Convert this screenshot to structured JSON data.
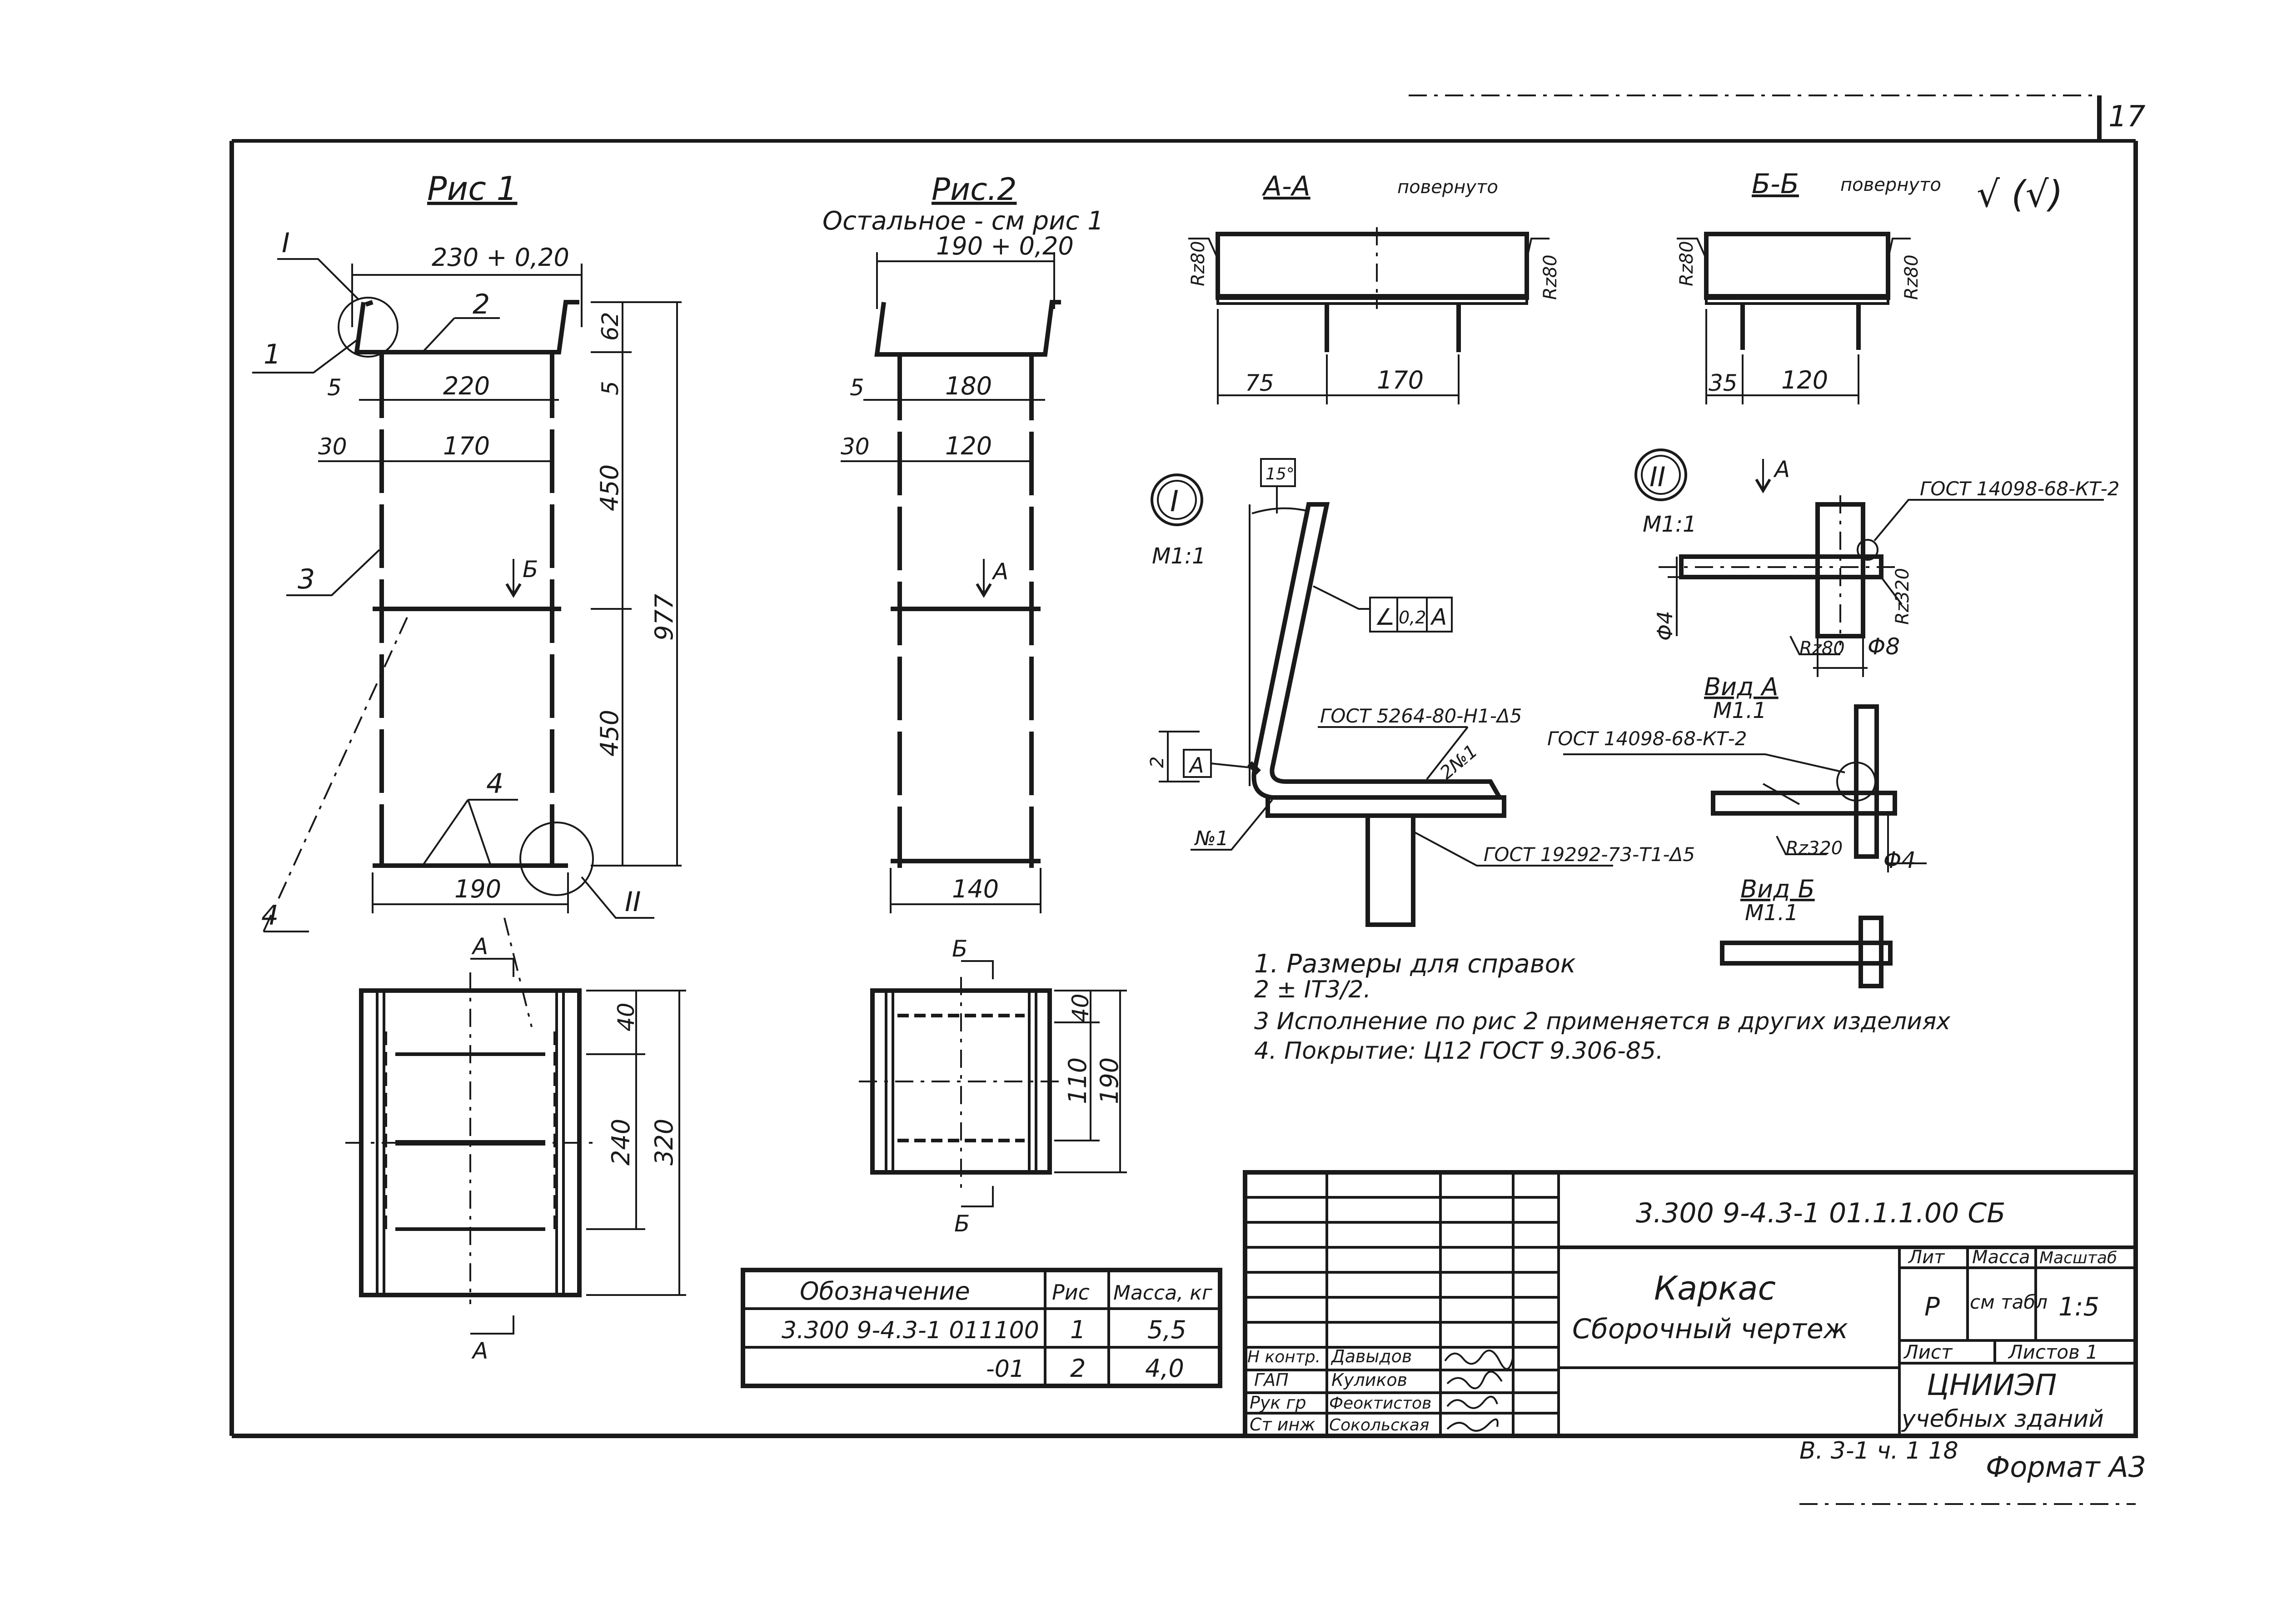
{
  "sheet": {
    "page_number": "17",
    "format": "Формат А3",
    "bottom_code": "В. 3-1 ч. 1    18"
  },
  "fig1": {
    "title": "Рис 1",
    "dim_top": "230 + 0,20",
    "dim_220": "220",
    "dim_170": "170",
    "dim_5": "5",
    "dim_30": "30",
    "dim_190": "190",
    "dim_62": "62",
    "dim_5v": "5",
    "dim_450a": "450",
    "dim_450b": "450",
    "dim_977": "977",
    "callouts": [
      "I",
      "1",
      "2",
      "3",
      "4",
      "4",
      "II"
    ],
    "section_b": "Б"
  },
  "fig1_plan": {
    "dim_40": "40",
    "dim_240": "240",
    "dim_320": "320",
    "cut_a": "А"
  },
  "fig2": {
    "title": "Рис.2",
    "subtitle": "Остальное - см рис 1",
    "dim_top": "190 + 0,20",
    "dim_180": "180",
    "dim_120": "120",
    "dim_5": "5",
    "dim_30": "30",
    "dim_140": "140",
    "section_a": "А"
  },
  "fig2_plan": {
    "dim_40": "40",
    "dim_110": "110",
    "dim_190": "190",
    "cut_b": "Б"
  },
  "section_aa": {
    "title": "А-А",
    "note": "повернуто",
    "rz_left": "Rz80",
    "rz_right": "Rz80",
    "dim_75": "75",
    "dim_170": "170"
  },
  "section_bb": {
    "title": "Б-Б",
    "note": "повернуто",
    "rz_left": "Rz80",
    "rz_right": "Rz80",
    "dim_35": "35",
    "dim_120": "120"
  },
  "roughness_mark": "√ (√)",
  "detail1": {
    "label": "I",
    "scale": "М1:1",
    "angle": "15°",
    "tolerance": [
      "∠",
      "0,2",
      "А"
    ],
    "weld1": "ГОСТ 5264-80-Н1-Δ5",
    "weld2": "ГОСТ 19292-73-Т1-Δ5",
    "mark_2n1": "2№1",
    "mark_n1": "№1",
    "base": "А",
    "dim_2": "2"
  },
  "detail2": {
    "label": "II",
    "scale": "М1:1",
    "arrow_a": "А",
    "weld": "ГОСТ 14098-68-КТ-2",
    "rz_320": "Rz320",
    "dia_4": "Φ4",
    "rz_80": "Rz80",
    "dia_8": "Φ8"
  },
  "view_a": {
    "title": "Вид А",
    "scale": "М1.1",
    "weld": "ГОСТ 14098-68-КТ-2",
    "rz": "Rz320",
    "dia": "Φ4"
  },
  "view_b": {
    "title": "Вид Б",
    "scale": "М1.1"
  },
  "notes": [
    "1. Размеры для справок",
    "2 ± IT3/2.",
    "3 Исполнение по рис 2 применяется в других изделиях",
    "4. Покрытие: Ц12 ГОСТ 9.306-85."
  ],
  "spec_table": {
    "headers": [
      "Обозначение",
      "Рис",
      "Масса, кг"
    ],
    "rows": [
      [
        "3.300 9-4.3-1 011100",
        "1",
        "5,5"
      ],
      [
        "-01",
        "2",
        "4,0"
      ]
    ]
  },
  "title_block": {
    "code": "3.300 9-4.3-1 01.1.1.00 СБ",
    "name": "Каркас",
    "doc_type": "Сборочный чертеж",
    "lit_label": "Лит",
    "mass_label": "Масса",
    "scale_label": "Масштаб",
    "lit": "Р",
    "mass": "см табл",
    "scale": "1:5",
    "sheet_label": "Лист",
    "sheets_label": "Листов 1",
    "org1": "ЦНИИЭП",
    "org2": "учебных зданий",
    "roles": [
      {
        "role": "Н контр.",
        "name": "Давыдов"
      },
      {
        "role": "ГАП",
        "name": "Куликов"
      },
      {
        "role": "Рук гр",
        "name": "Феоктистов"
      },
      {
        "role": "Ст инж",
        "name": "Сокольская"
      }
    ]
  }
}
